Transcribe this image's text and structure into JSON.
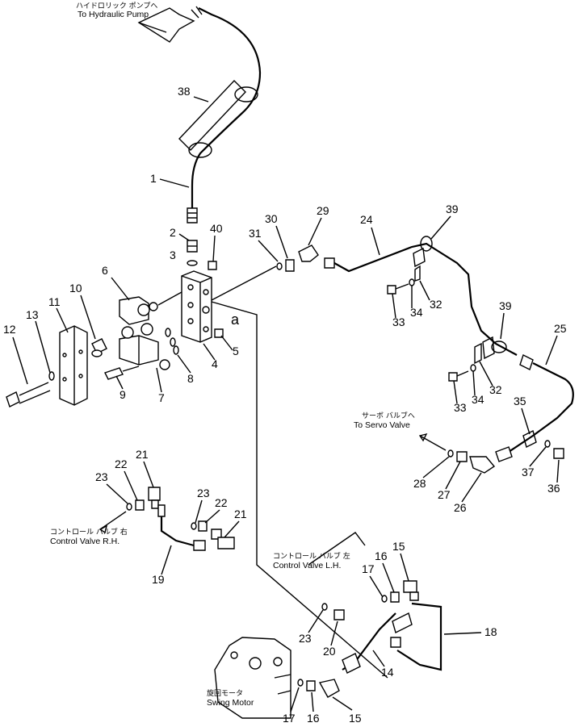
{
  "captions": {
    "hydraulic_pump_jp": "ハイドロリック ポンプへ",
    "hydraulic_pump_en": "To Hydraulic Pump",
    "servo_valve_jp": "サーボ バルブへ",
    "servo_valve_en": "To Servo Valve",
    "control_valve_rh_jp": "コントロール バルブ 右",
    "control_valve_rh_en": "Control Valve R.H.",
    "control_valve_lh_jp": "コントロール バルブ 左",
    "control_valve_lh_en": "Control Valve L.H.",
    "swing_motor_jp": "旋回モータ",
    "swing_motor_en": "Swing Motor"
  },
  "ref_letter": "a",
  "parts": [
    {
      "id": "p38",
      "label": "38"
    },
    {
      "id": "p1",
      "label": "1"
    },
    {
      "id": "p2",
      "label": "2"
    },
    {
      "id": "p40",
      "label": "40"
    },
    {
      "id": "p3",
      "label": "3"
    },
    {
      "id": "p6",
      "label": "6"
    },
    {
      "id": "p10",
      "label": "10"
    },
    {
      "id": "p11",
      "label": "11"
    },
    {
      "id": "p13",
      "label": "13"
    },
    {
      "id": "p12",
      "label": "12"
    },
    {
      "id": "p5",
      "label": "5"
    },
    {
      "id": "p4",
      "label": "4"
    },
    {
      "id": "p8",
      "label": "8"
    },
    {
      "id": "p7",
      "label": "7"
    },
    {
      "id": "p9",
      "label": "9"
    },
    {
      "id": "p30",
      "label": "30"
    },
    {
      "id": "p31",
      "label": "31"
    },
    {
      "id": "p29",
      "label": "29"
    },
    {
      "id": "p24",
      "label": "24"
    },
    {
      "id": "p39a",
      "label": "39"
    },
    {
      "id": "p32a",
      "label": "32"
    },
    {
      "id": "p34a",
      "label": "34"
    },
    {
      "id": "p33a",
      "label": "33"
    },
    {
      "id": "p39b",
      "label": "39"
    },
    {
      "id": "p25",
      "label": "25"
    },
    {
      "id": "p32b",
      "label": "32"
    },
    {
      "id": "p34b",
      "label": "34"
    },
    {
      "id": "p33b",
      "label": "33"
    },
    {
      "id": "p35",
      "label": "35"
    },
    {
      "id": "p28",
      "label": "28"
    },
    {
      "id": "p27",
      "label": "27"
    },
    {
      "id": "p26",
      "label": "26"
    },
    {
      "id": "p37",
      "label": "37"
    },
    {
      "id": "p36",
      "label": "36"
    },
    {
      "id": "p21a",
      "label": "21"
    },
    {
      "id": "p22a",
      "label": "22"
    },
    {
      "id": "p23a",
      "label": "23"
    },
    {
      "id": "p23b",
      "label": "23"
    },
    {
      "id": "p22b",
      "label": "22"
    },
    {
      "id": "p21b",
      "label": "21"
    },
    {
      "id": "p19",
      "label": "19"
    },
    {
      "id": "p15a",
      "label": "15"
    },
    {
      "id": "p16a",
      "label": "16"
    },
    {
      "id": "p17a",
      "label": "17"
    },
    {
      "id": "p18",
      "label": "18"
    },
    {
      "id": "p23c",
      "label": "23"
    },
    {
      "id": "p20",
      "label": "20"
    },
    {
      "id": "p14",
      "label": "14"
    },
    {
      "id": "p17b",
      "label": "17"
    },
    {
      "id": "p16b",
      "label": "16"
    },
    {
      "id": "p15b",
      "label": "15"
    }
  ]
}
